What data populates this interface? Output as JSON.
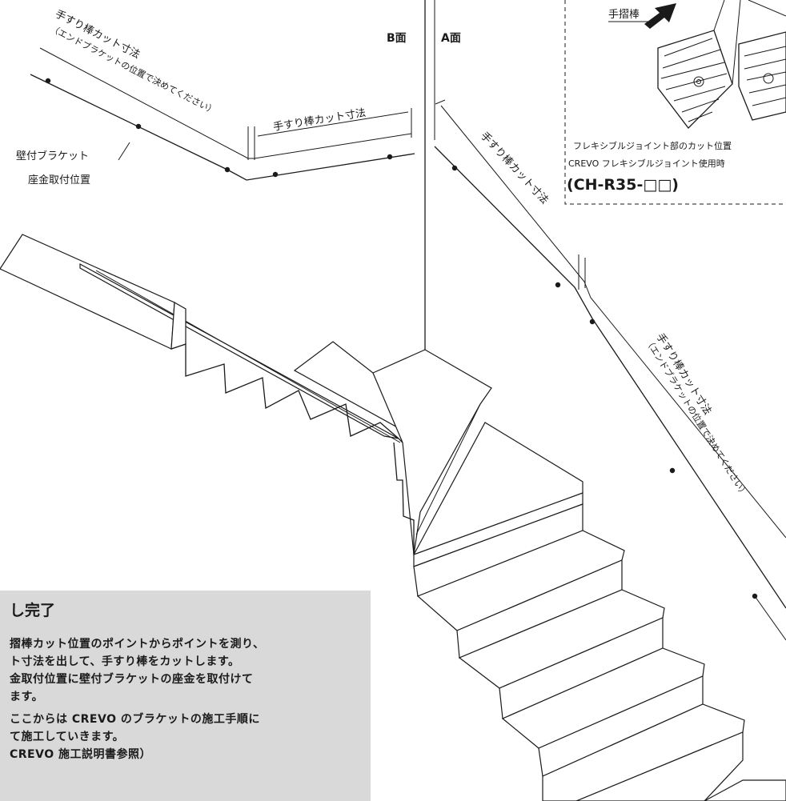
{
  "labels": {
    "face_b": "B面",
    "face_a": "A面",
    "cut_dim_top_left": "手すり棒カット寸法",
    "cut_dim_top_left_note": "（エンドブラケットの位置で決めてください）",
    "cut_dim_top_mid": "手すり棒カット寸法",
    "wall_bracket_line1": "壁付ブラケット",
    "wall_bracket_line2": "座金取付位置",
    "cut_dim_right_upper": "手すり棒カット寸法",
    "cut_dim_right_lower": "手すり棒カット寸法",
    "cut_dim_right_lower_note": "（エンドブラケットの位置で決めてください）",
    "handrail": "手摺棒",
    "inset_caption1": "フレキシブルジョイント部のカット位置",
    "inset_caption2": "CREVO フレキシブルジョイント使用時",
    "inset_model": "(CH-R35-□□)"
  },
  "note": {
    "title": "し完了",
    "lines": [
      "摺棒カット位置のポイントからポイントを測り、",
      "ト寸法を出して、手すり棒をカットします。",
      "金取付位置に壁付ブラケットの座金を取付けて",
      "ます。",
      "ここからは CREVO のブラケットの施工手順に",
      "て施工していきます。",
      "CREVO 施工説明書参照）"
    ]
  }
}
